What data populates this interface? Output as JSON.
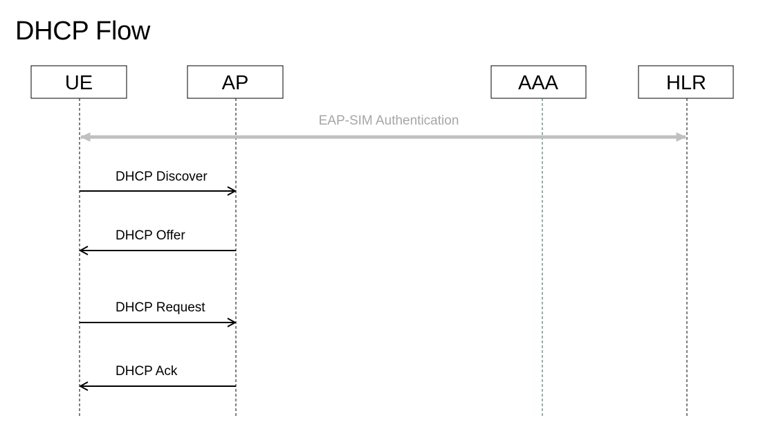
{
  "title": "DHCP Flow",
  "participants": [
    {
      "id": "ue",
      "label": "UE",
      "lifeline_color": "#000000"
    },
    {
      "id": "ap",
      "label": "AP",
      "lifeline_color": "#000000"
    },
    {
      "id": "aaa",
      "label": "AAA",
      "lifeline_color": "#2f5f5f"
    },
    {
      "id": "hlr",
      "label": "HLR",
      "lifeline_color": "#000000"
    }
  ],
  "messages": [
    {
      "label": "EAP-SIM Authentication",
      "from": "ue",
      "to": "hlr",
      "bidirectional": true,
      "style": "faded",
      "color": "#c0c0c0"
    },
    {
      "label": "DHCP Discover",
      "from": "ue",
      "to": "ap",
      "bidirectional": false,
      "style": "normal",
      "color": "#000000"
    },
    {
      "label": "DHCP Offer",
      "from": "ap",
      "to": "ue",
      "bidirectional": false,
      "style": "normal",
      "color": "#000000"
    },
    {
      "label": "DHCP Request",
      "from": "ue",
      "to": "ap",
      "bidirectional": false,
      "style": "normal",
      "color": "#000000"
    },
    {
      "label": "DHCP Ack",
      "from": "ap",
      "to": "ue",
      "bidirectional": false,
      "style": "normal",
      "color": "#000000"
    }
  ]
}
